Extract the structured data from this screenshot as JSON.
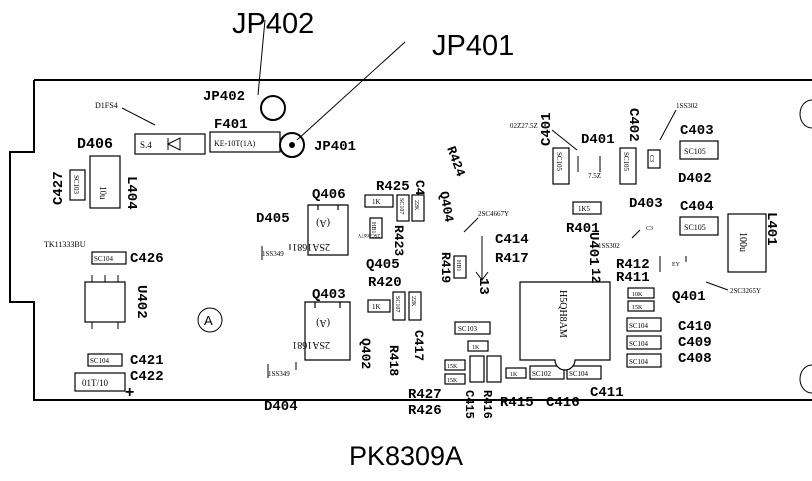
{
  "header": {
    "jp402": "JP402",
    "jp401": "JP401"
  },
  "footer": {
    "board_name": "PK8309A"
  },
  "labels": {
    "d406": "D406",
    "jp402_small": "JP402",
    "f401": "F401",
    "jp401_small": "JP401",
    "c427": "C427",
    "l404": "L404",
    "d1fs4": "D1FS4",
    "s4": "S.4",
    "ke10t": "KE-10T(1A)",
    "inductor10u_left": "10u",
    "sc103_left": "SC103",
    "d405": "D405",
    "q406": "Q406",
    "r425": "R425",
    "c416": "C416",
    "r424": "R424",
    "k1_a": "1K",
    "k22_a": "22K",
    "sc107_a": "SC107",
    "r423": "R423",
    "q405": "Q405",
    "q404": "Q404",
    "r419": "R419",
    "c414": "C414",
    "r417": "R417",
    "n13": "13",
    "u401": "U401",
    "n12": "12",
    "sc4667y": "2SC4667Y",
    "r420": "R420",
    "q403": "Q403",
    "k1_b": "1K",
    "k22_b": "22K",
    "sc107_b": "SC107",
    "sc103_mid": "SC103",
    "c417": "C417",
    "r418": "R418",
    "q402": "Q402",
    "sa1681_top": "2SA1681",
    "sa1681_top_grade": "(A)",
    "sa1681_bottom": "2SA1681",
    "sa1681_bottom_grade": "(A)",
    "hsq_top": "HB1",
    "hsq_top_small": "2SC4667Y",
    "hsq_mid": "HB1",
    "ic_label": "H5QH8AM",
    "ic_n13": "13",
    "ic_ey": "EY",
    "k1_c": "1K",
    "k15_a": "15K",
    "k15_b": "15K",
    "k1_d": "1K",
    "sc102": "SC102",
    "sc104_bot": "SC104",
    "r427": "R427",
    "r426": "R426",
    "c415": "C415",
    "r416": "R416",
    "r415": "R415",
    "c416b": "C416",
    "c411": "C411",
    "d401": "D401",
    "c402": "C402",
    "c403": "C403",
    "d402": "D402",
    "c401": "C401",
    "sc105_a": "SC105",
    "sc105_b": "SC105",
    "sc105_c": "SC105",
    "v752": "7.5Z",
    "v02z": "02Z27.5Z",
    "ss302_top": "1SS302",
    "c3": "C3",
    "r401": "R401",
    "d403": "D403",
    "c404": "C404",
    "l401": "L401",
    "inductor100u": "100u",
    "ss302_mid": "1SS302",
    "r412": "R412",
    "r411": "R411",
    "ey": "EY",
    "q401": "Q401",
    "sc3265y": "2SC3265Y",
    "k1k5": "1K5",
    "k10_a": "10K",
    "k15_c": "15K",
    "c410": "C410",
    "c409": "C409",
    "c408": "C408",
    "sc104_a": "SC104",
    "sc104_b": "SC104",
    "sc104_c": "SC104",
    "tk11333bu": "TK11333BU",
    "c426": "C426",
    "sc104_c426": "SC104",
    "u402": "U402",
    "c421": "C421",
    "c422": "C422",
    "sc104_c421": "SC104",
    "cap_c422": "01T/10",
    "d404": "D404",
    "ss349_top": "1SS349",
    "ss349_bot": "1SS349",
    "test_point": "A",
    "plus": "+"
  }
}
